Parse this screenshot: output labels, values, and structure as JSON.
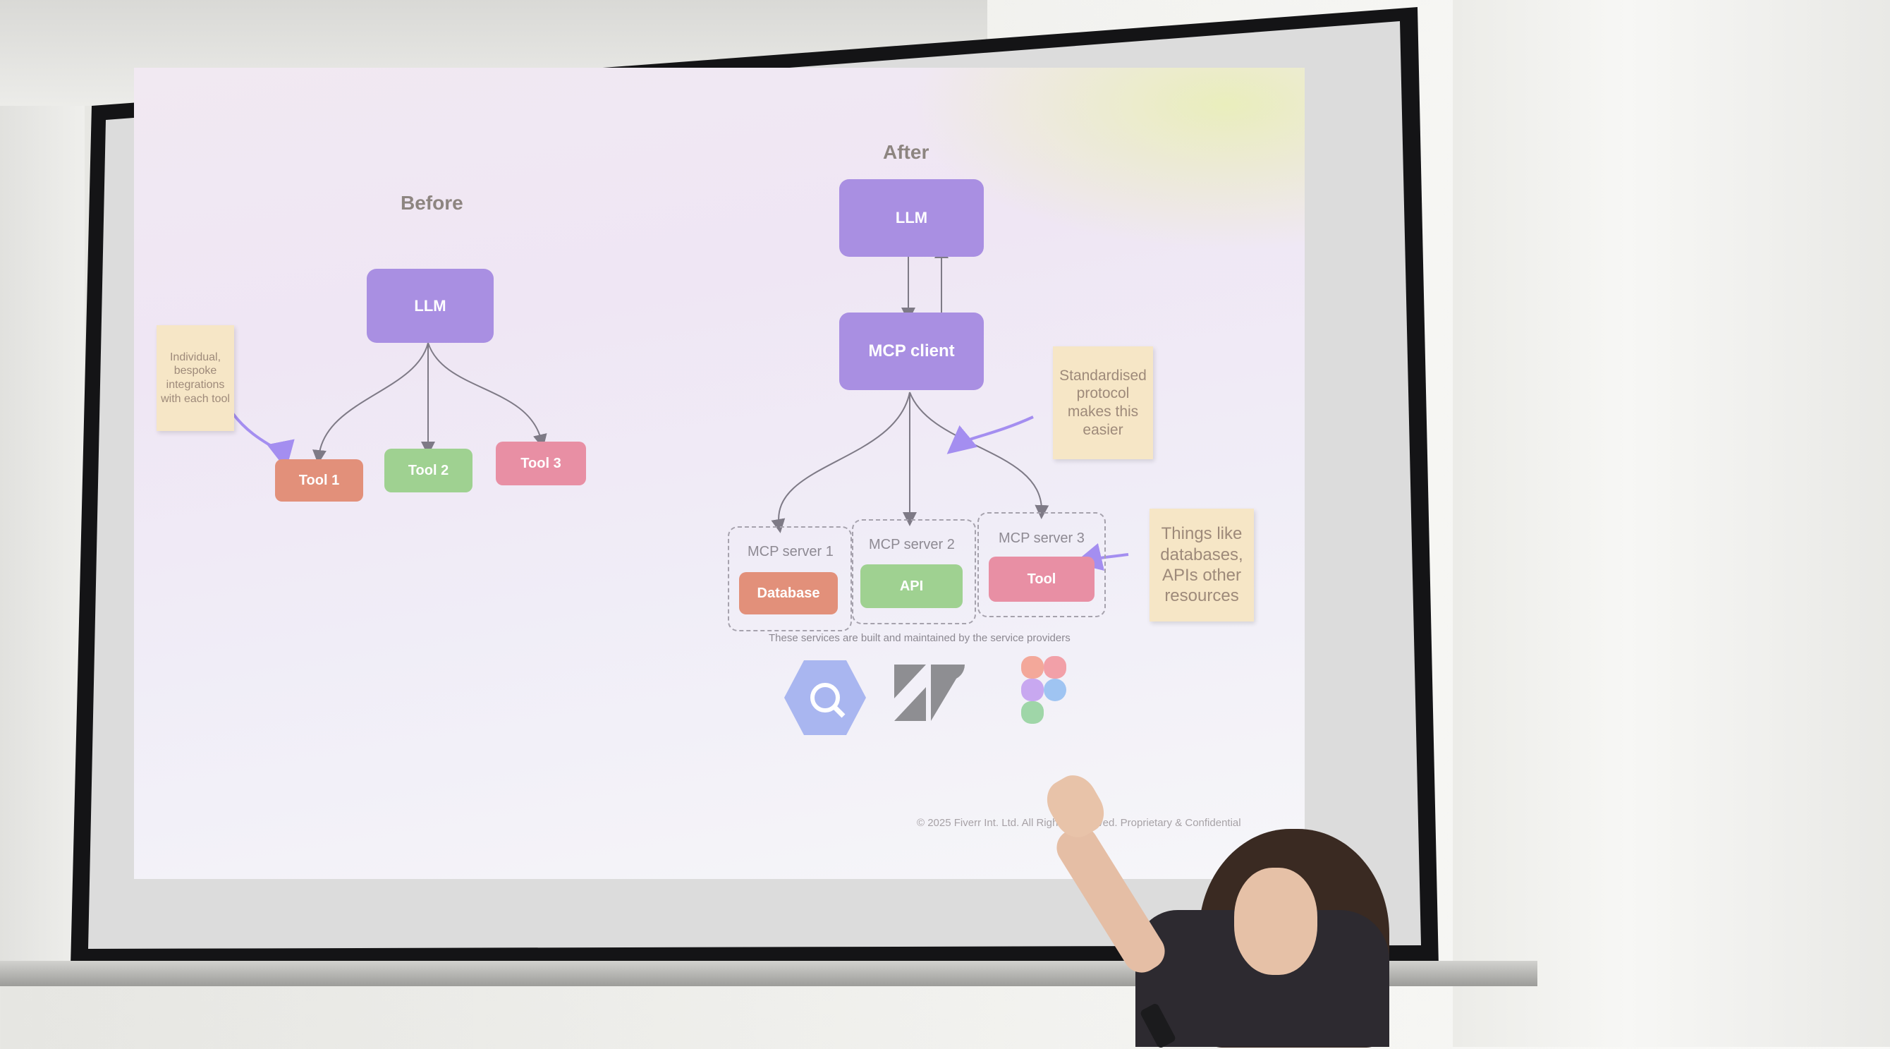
{
  "slide": {
    "before": {
      "title": "Before",
      "llm": "LLM",
      "tools": [
        "Tool 1",
        "Tool 2",
        "Tool 3"
      ],
      "note": "Individual, bespoke integrations with each tool"
    },
    "after": {
      "title": "After",
      "llm": "LLM",
      "client": "MCP client",
      "servers": [
        {
          "label": "MCP server 1",
          "item": "Database"
        },
        {
          "label": "MCP server 2",
          "item": "API"
        },
        {
          "label": "MCP server 3",
          "item": "Tool"
        }
      ],
      "note_protocol": "Standardised protocol makes this easier",
      "note_resources": "Things like databases, APIs other resources",
      "caption": "These services are built and maintained by the service providers",
      "logos": [
        "bigquery-icon",
        "zendesk-icon",
        "figma-icon"
      ]
    },
    "footer": "© 2025 Fiverr Int. Ltd. All Rights Reserved. Proprietary & Confidential"
  },
  "colors": {
    "llm": "#a98fe2",
    "tool1": "#e2907a",
    "tool2": "#9fd191",
    "tool3": "#e88fa4",
    "note_bg": "#f6e6c6",
    "arrow": "#a48ef0"
  }
}
